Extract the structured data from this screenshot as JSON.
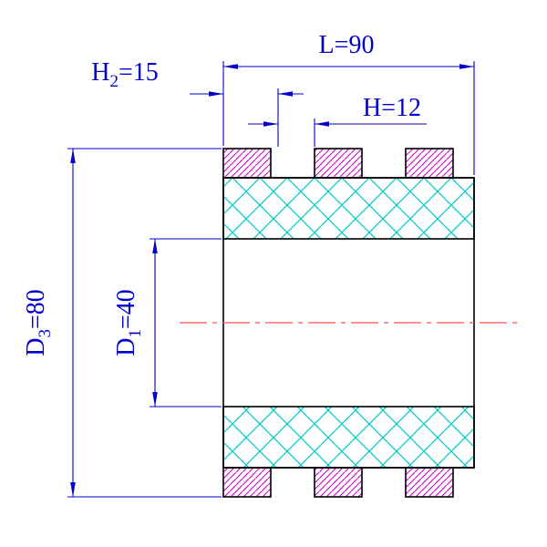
{
  "drawing": {
    "type": "technical-drawing",
    "description": "Cross-section of a toothed bushing/roller with cyan cross-hatched sleeve bands, magenta-hatched teeth, red center line and blue dimension annotations",
    "dimensions": {
      "L": 90,
      "H2": 15,
      "H": 12,
      "D1": 40,
      "D3": 80
    },
    "labels": {
      "L": "L=90",
      "H": "H=12",
      "H2": {
        "base": "H",
        "sub": "2",
        "rest": "=15"
      },
      "D1": {
        "base": "D",
        "sub": "1",
        "rest": "=40"
      },
      "D3": {
        "base": "D",
        "sub": "3",
        "rest": "=80"
      }
    },
    "colors": {
      "dimension": "#0000cd",
      "outline": "#000000",
      "hatch_cyan": "#00c8c8",
      "hatch_magenta": "#cc00cc",
      "centerline": "#ff5050",
      "background": "#ffffff"
    }
  }
}
